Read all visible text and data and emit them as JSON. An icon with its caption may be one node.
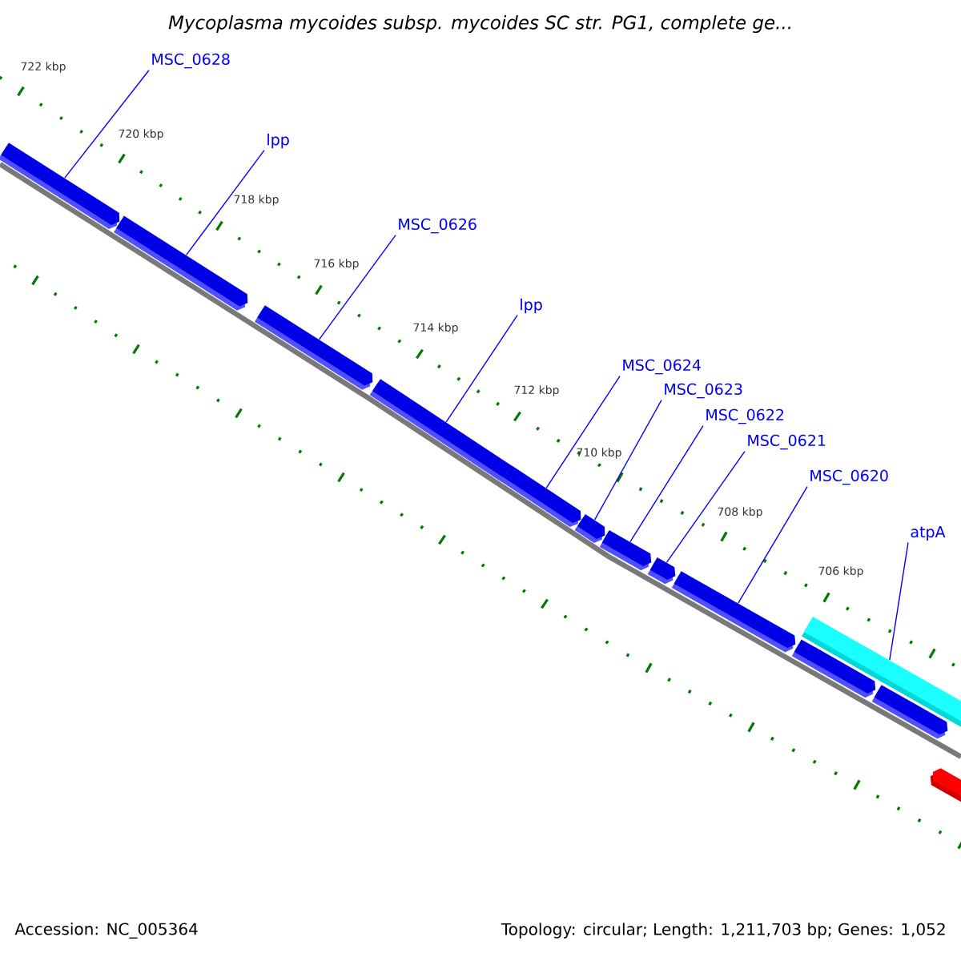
{
  "diagram": {
    "title": "Mycoplasma mycoides subsp. mycoides SC str. PG1, complete ge...",
    "nodes": [
      {
        "text": [
          "MSC_0628"
        ]
      },
      {
        "text": [
          "lpp"
        ]
      },
      {
        "text": [
          "MSC_0626"
        ]
      },
      {
        "text": [
          "lpp"
        ]
      },
      {
        "text": [
          "MSC_0624"
        ]
      },
      {
        "text": [
          "MSC_0623"
        ]
      },
      {
        "text": [
          "MSC_0622"
        ]
      },
      {
        "text": [
          "MSC_0621"
        ]
      },
      {
        "text": [
          "MSC_0620"
        ]
      },
      {
        "text": [
          "atpA"
        ]
      },
      {
        "text": [],
        "shape": "arrow"
      },
      {
        "text": [],
        "shape": "arrow"
      },
      {
        "text": [],
        "shape": "arrow"
      },
      {
        "text": [],
        "shape": "arrow"
      },
      {
        "text": [],
        "shape": "arrow"
      },
      {
        "text": [],
        "shape": "arrow"
      },
      {
        "text": [],
        "shape": "arrow"
      },
      {
        "text": [],
        "shape": "arrow"
      },
      {
        "text": [],
        "shape": "arrow"
      },
      {
        "text": [],
        "shape": "arrow"
      },
      {
        "text": [],
        "shape": "arrow"
      },
      {
        "text": [],
        "shape": "bar"
      },
      {
        "text": [],
        "shape": "arrow"
      }
    ],
    "edges": [
      {
        "from": 0,
        "to": 10,
        "arrow": "none"
      },
      {
        "from": 1,
        "to": 11,
        "arrow": "none"
      },
      {
        "from": 2,
        "to": 12,
        "arrow": "none"
      },
      {
        "from": 3,
        "to": 13,
        "arrow": "none"
      },
      {
        "from": 4,
        "to": 14,
        "arrow": "none"
      },
      {
        "from": 5,
        "to": 15,
        "arrow": "none"
      },
      {
        "from": 6,
        "to": 16,
        "arrow": "none"
      },
      {
        "from": 7,
        "to": 17,
        "arrow": "none"
      },
      {
        "from": 8,
        "to": 18,
        "arrow": "none"
      },
      {
        "from": 9,
        "to": 21,
        "arrow": "none"
      }
    ],
    "labels": [
      "722 kbp",
      "720 kbp",
      "718 kbp",
      "716 kbp",
      "714 kbp",
      "712 kbp",
      "710 kbp",
      "708 kbp",
      "706 kbp",
      "Accession: NC_005364",
      "Topology: circular; Length: 1,211,703 bp; Genes: 1,052"
    ]
  }
}
